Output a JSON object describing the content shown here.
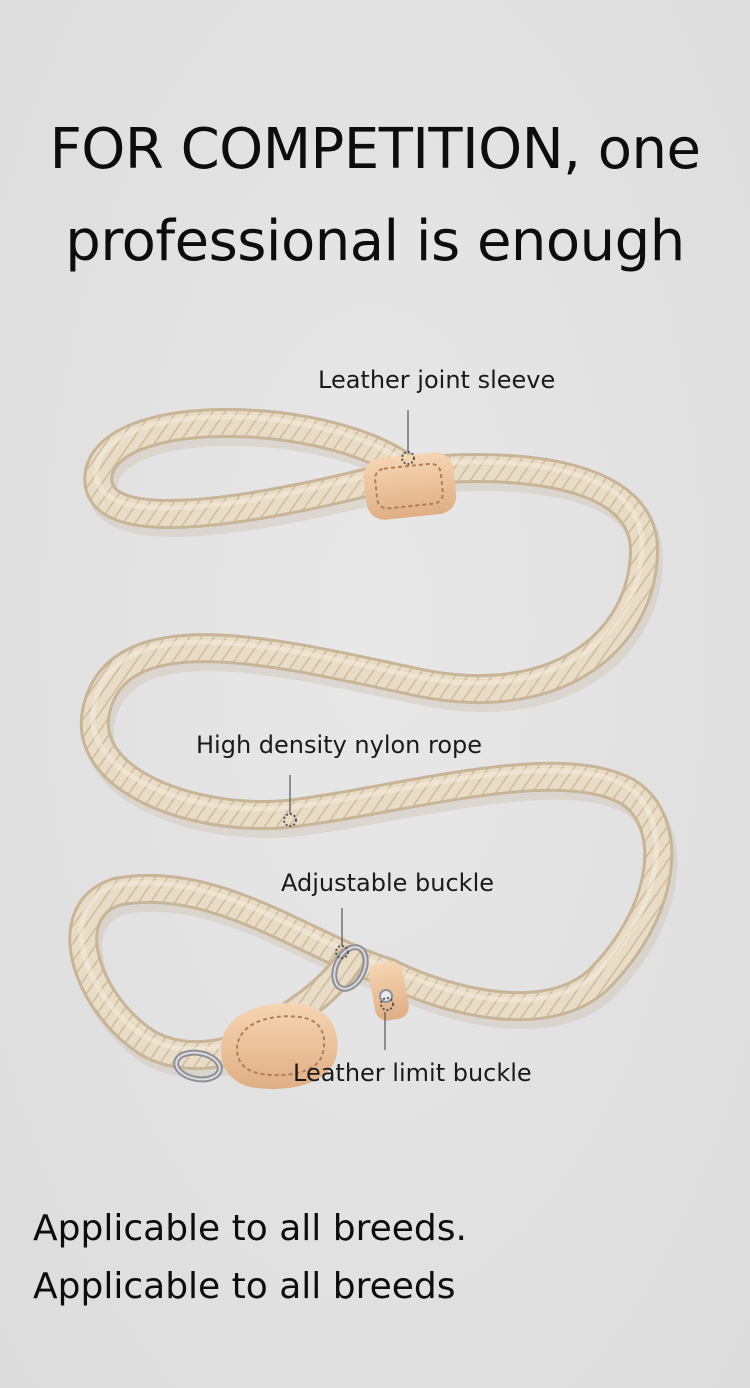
{
  "headline": {
    "line1": "FOR COMPETITION, one",
    "line2": "professional is enough"
  },
  "callouts": {
    "leather_joint_sleeve": "Leather joint sleeve",
    "nylon_rope": "High density nylon rope",
    "adjustable_buckle": "Adjustable buckle",
    "leather_limit_buckle": "Leather limit buckle"
  },
  "footer": {
    "line1": "Applicable to all breeds.",
    "line2": "Applicable to all breeds"
  },
  "colors": {
    "background": "#e2e2e2",
    "rope": "#e9dcc6",
    "rope_shadow": "#c9b89c",
    "leather": "#f0c9a4",
    "leather_dark": "#d9a77c",
    "metal": "#b8b8bc"
  }
}
